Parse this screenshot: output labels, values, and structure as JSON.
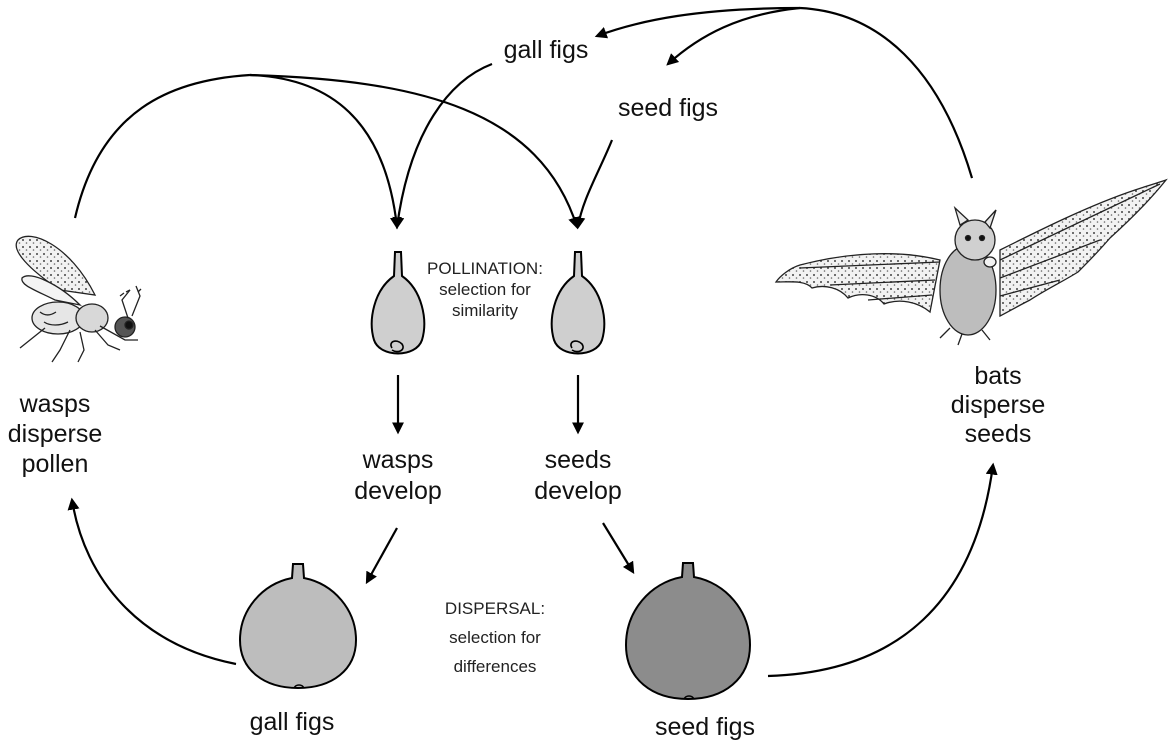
{
  "labels": {
    "gall_figs_top": "gall figs",
    "seed_figs_top": "seed figs",
    "pollination": [
      "POLLINATION:",
      "selection for",
      "similarity"
    ],
    "wasps_disperse": [
      "wasps",
      "disperse",
      "pollen"
    ],
    "bats_disperse": [
      "bats",
      "disperse",
      "seeds"
    ],
    "wasps_develop": [
      "wasps",
      "develop"
    ],
    "seeds_develop": [
      "seeds",
      "develop"
    ],
    "dispersal": [
      "DISPERSAL:",
      "selection for",
      "differences"
    ],
    "gall_figs_bottom": "gall figs",
    "seed_figs_bottom": "seed figs"
  },
  "icons": {
    "wasp": "wasp-illustration",
    "bat": "bat-illustration",
    "fig": "fig-icon"
  },
  "colors": {
    "small_fig": "#cfcfcf",
    "gall_fig": "#bdbdbd",
    "seed_fig": "#8c8c8c",
    "line": "#000000"
  }
}
